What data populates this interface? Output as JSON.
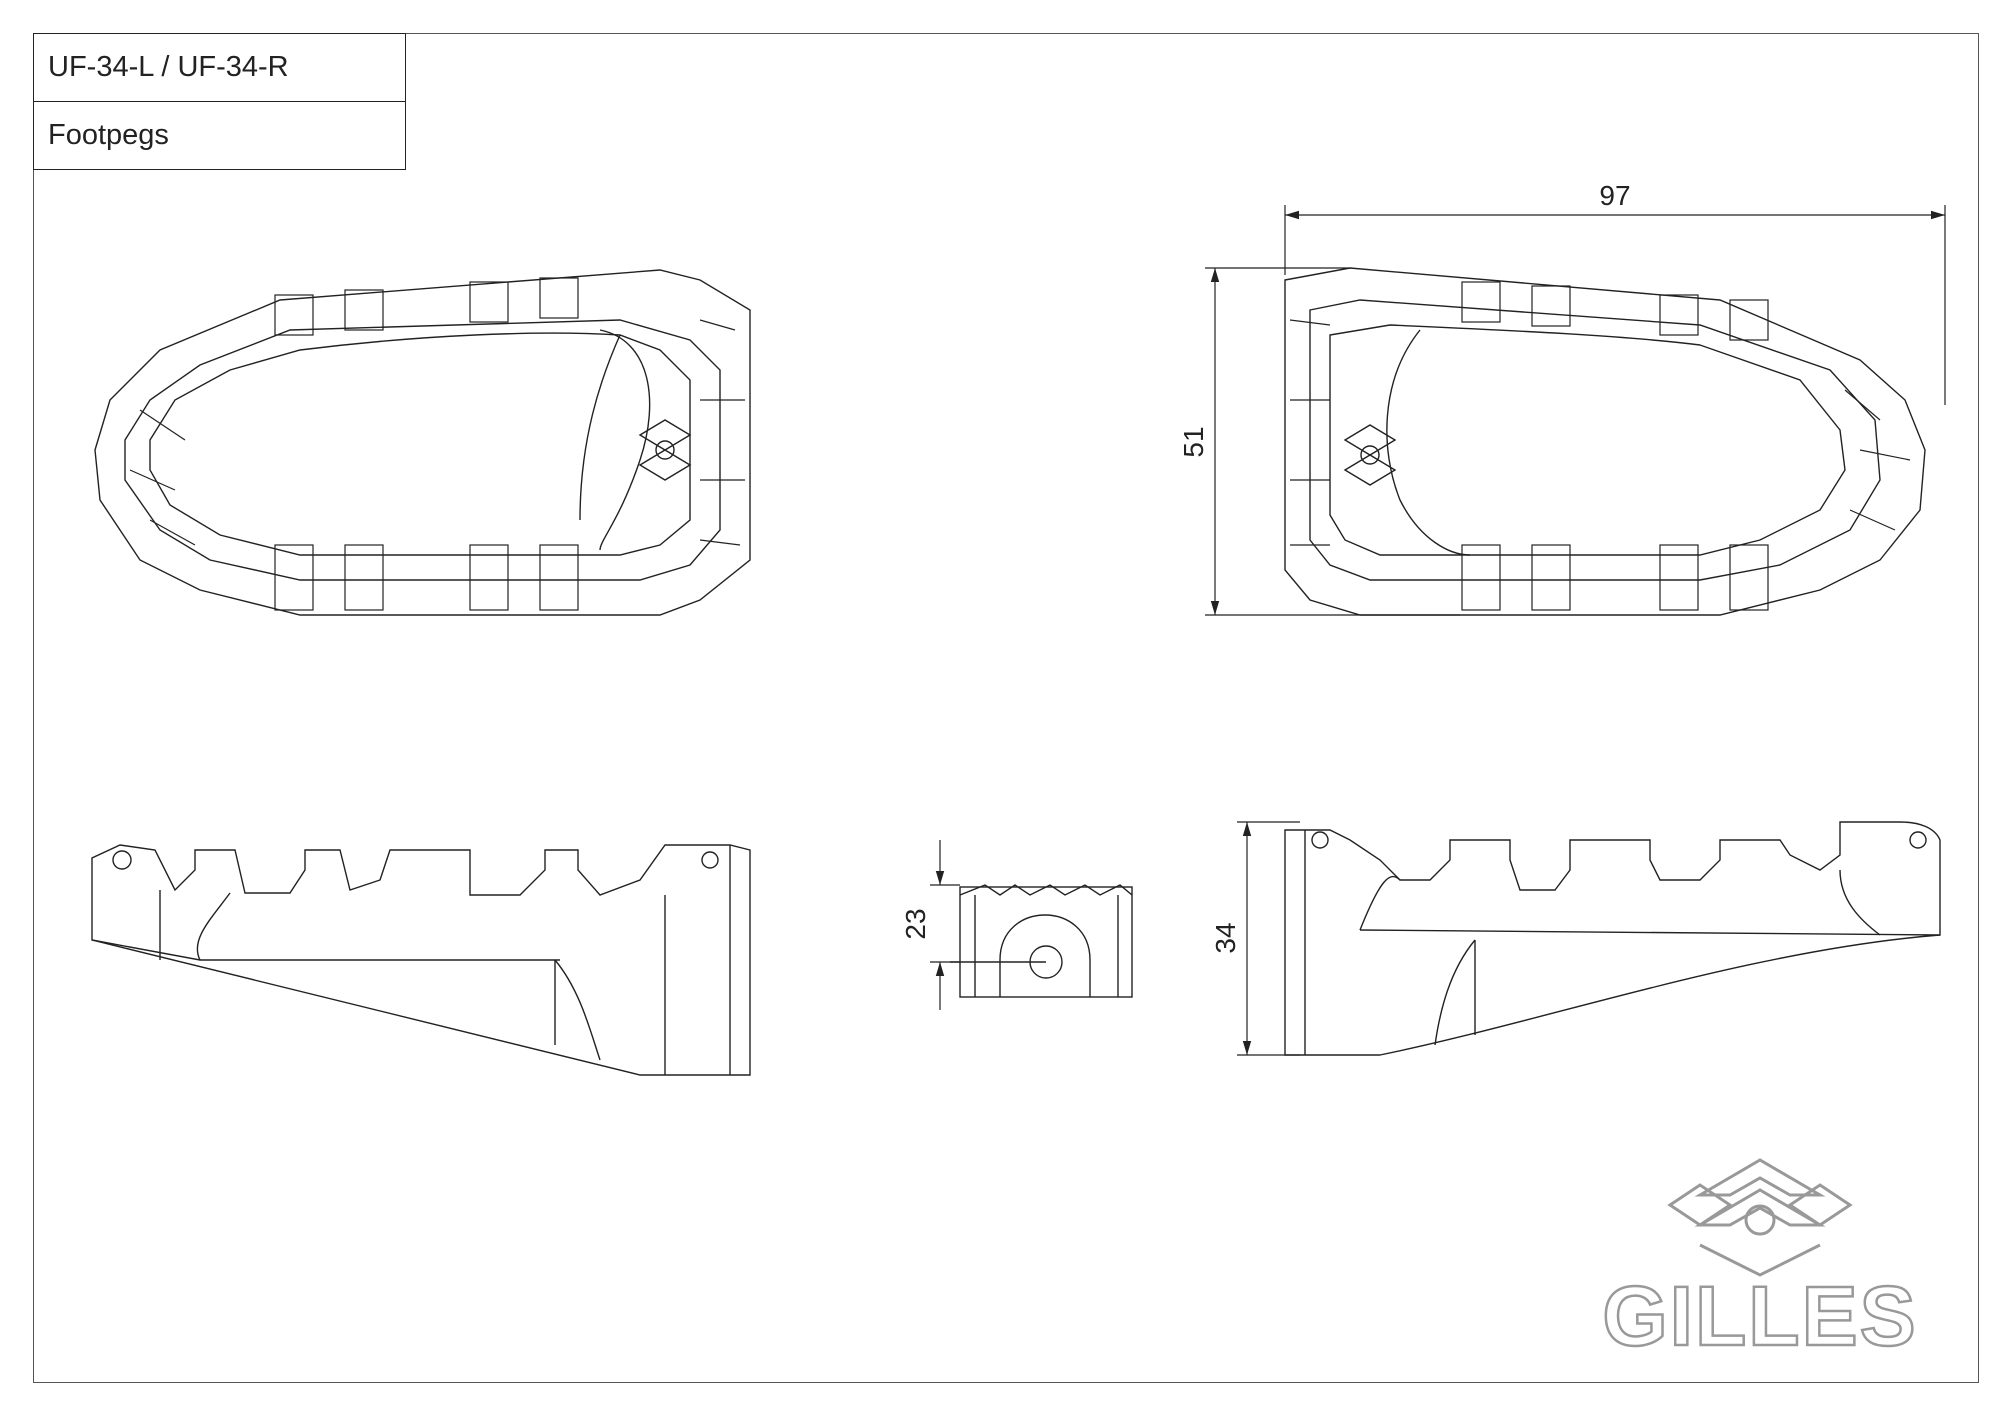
{
  "title_block": {
    "part_number": "UF-34-L / UF-34-R",
    "description": "Footpegs"
  },
  "dimensions": {
    "length": "97",
    "width": "51",
    "height_center": "23",
    "height_total": "34"
  },
  "logo": {
    "brand": "GILLES",
    "icon": "gilles-monogram-icon"
  },
  "colors": {
    "line": "#222222",
    "logo_outline": "#999999",
    "background": "#ffffff"
  }
}
